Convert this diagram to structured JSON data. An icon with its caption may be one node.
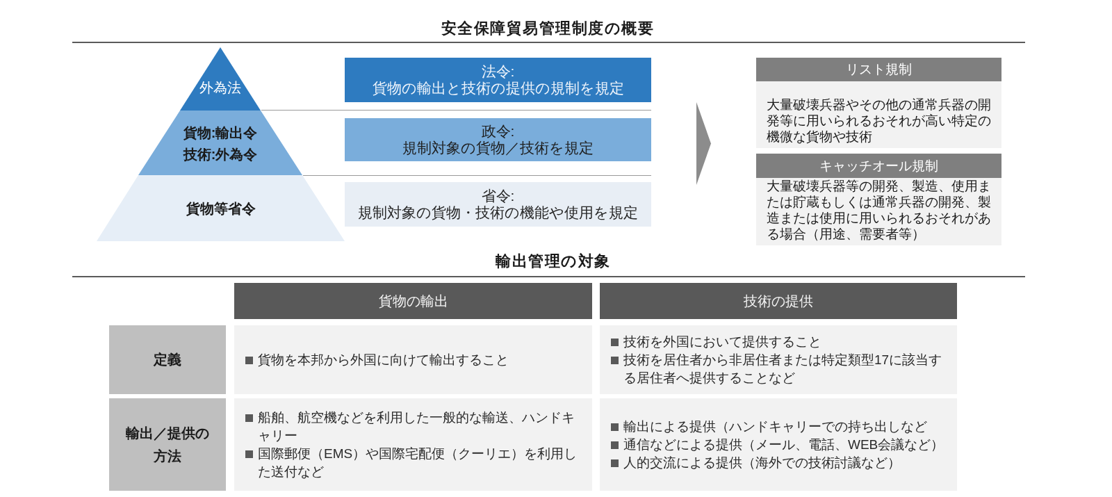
{
  "diagram": {
    "title": "安全保障貿易管理制度の概要",
    "nodes": [
      {
        "text": [
          "外為法"
        ]
      },
      {
        "text": [
          "貨物:輸出令",
          "技術:外為令"
        ]
      },
      {
        "text": [
          "貨物等省令"
        ]
      },
      {
        "text": [
          "法令:",
          "貨物の輸出と技術の提供の規制を規定"
        ]
      },
      {
        "text": [
          "政令:",
          "規制対象の貨物／技術を規定"
        ]
      },
      {
        "text": [
          "省令:",
          "規制対象の貨物・技術の機能や使用を規定"
        ]
      },
      {
        "text": [
          "リスト規制",
          "大量破壊兵器やその他の通常兵器の開発等に用いられるおそれが高い特定の機微な貨物や技術"
        ]
      },
      {
        "text": [
          "キャッチオール規制",
          "大量破壊兵器等の開発、製造、使用または貯蔵もしくは通常兵器の開発、製造または使用に用いられるおそれがある場合（用途、需要者等）"
        ]
      },
      {
        "text": [
          "貨物の輸出"
        ]
      },
      {
        "text": [
          "技術の提供"
        ]
      },
      {
        "text": [
          "定義"
        ]
      },
      {
        "text": [
          "貨物を本邦から外国に向けて輸出すること"
        ]
      },
      {
        "text": [
          "技術を外国において提供すること",
          "技術を居住者から非居住者または特定類型17に該当する居住者へ提供することなど"
        ]
      },
      {
        "text": [
          "輸出／提供の方法"
        ]
      },
      {
        "text": [
          "船舶、航空機などを利用した一般的な輸送、ハンドキャリー",
          "国際郵便（EMS）や国際宅配便（クーリエ）を利用した送付など"
        ]
      },
      {
        "text": [
          "輸出による提供（ハンドキャリーでの持ち出しなど",
          "通信などによる提供（メール、電話、WEB会議など）",
          "人的交流による提供（海外での技術討議など）"
        ]
      }
    ],
    "edges": [
      {
        "from": 4,
        "to": 6,
        "arrow": "to"
      },
      {
        "from": 4,
        "to": 7,
        "arrow": "to"
      }
    ],
    "labels": [
      "輸出管理の対象"
    ]
  }
}
